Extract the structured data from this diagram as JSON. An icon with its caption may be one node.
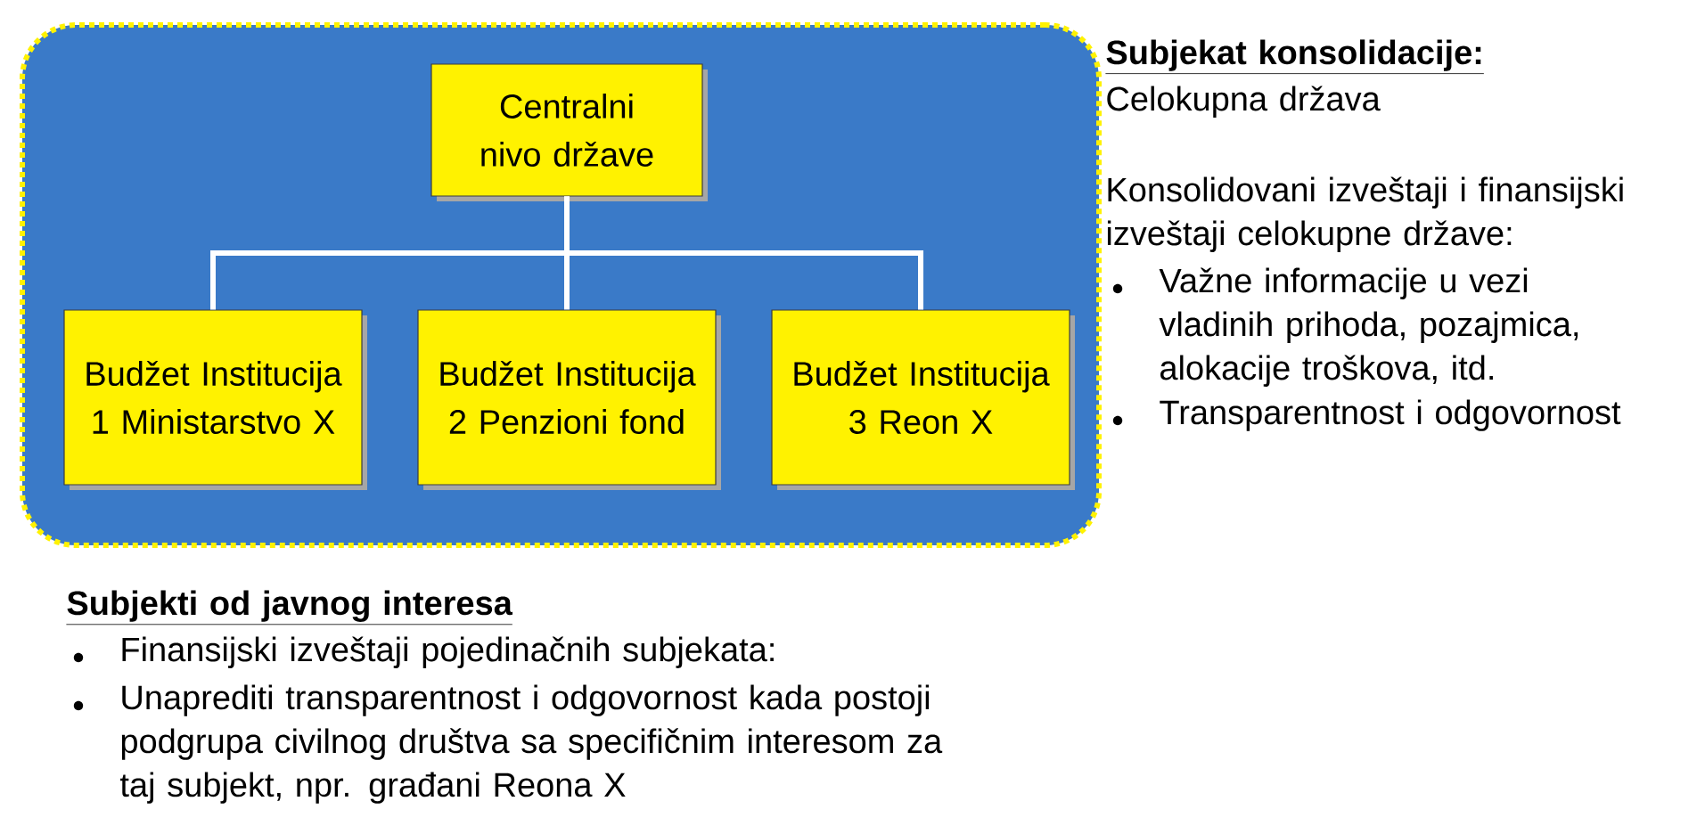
{
  "diagram": {
    "nodes": [
      {
        "text": [],
        "shape": "box"
      },
      {
        "text": [
          "Centralni nivo države"
        ],
        "in": 0
      },
      {
        "text": [
          "Budžet Institucija 1 Ministarstvo X"
        ],
        "in": 0
      },
      {
        "text": [
          "Budžet Institucija 2 Penzioni fond"
        ],
        "in": 0
      },
      {
        "text": [
          "Budžet Institucija 3 Reon X"
        ],
        "in": 0
      }
    ],
    "edges": [
      {
        "from": 1,
        "to": 2,
        "arrow": "none"
      },
      {
        "from": 1,
        "to": 3,
        "arrow": "none"
      },
      {
        "from": 1,
        "to": 4,
        "arrow": "none"
      }
    ],
    "labels": [
      "Subjekat konsolidacije:",
      "Celokupna država",
      "Konsolidovani izveštaji i finansijski izveštaji celokupne države:",
      "Važne informacije u vezi vladinih prihoda, pozajmica, alokacije troškova, itd.",
      "Transparentnost i odgovornost",
      "Subjekti od javnog interesa",
      "Finansijski izveštaji pojedinačnih subjekata:",
      "Unaprediti transparentnost i odgovornost kada postoji podgrupa civilnog društva sa specifičnim interesom za taj subjekt, npr. građani Reona X"
    ]
  }
}
